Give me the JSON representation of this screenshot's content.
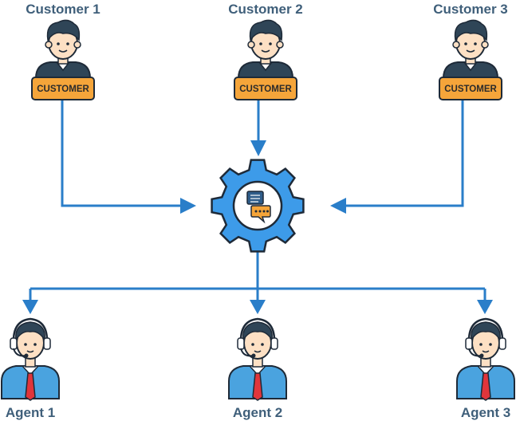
{
  "colors": {
    "arrow": "#2a7ec9",
    "label": "#3f5f7a",
    "gear": "#3d9be9",
    "gear_inner": "#ffffff",
    "badge": "#f5a53a",
    "skin": "#fde0c4",
    "hair": "#2f4557",
    "agent_shirt": "#4aa3df",
    "tie": "#e0353b",
    "outline": "#1e2a38"
  },
  "customers": [
    {
      "name": "Customer 1",
      "badge": "CUSTOMER"
    },
    {
      "name": "Customer 2",
      "badge": "CUSTOMER"
    },
    {
      "name": "Customer 3",
      "badge": "CUSTOMER"
    }
  ],
  "hub": {
    "icon": "chat-bubbles-icon"
  },
  "agents": [
    {
      "name": "Agent 1",
      "icon": "headset-agent-icon"
    },
    {
      "name": "Agent 2",
      "icon": "headset-agent-icon"
    },
    {
      "name": "Agent 3",
      "icon": "headset-agent-icon"
    }
  ]
}
